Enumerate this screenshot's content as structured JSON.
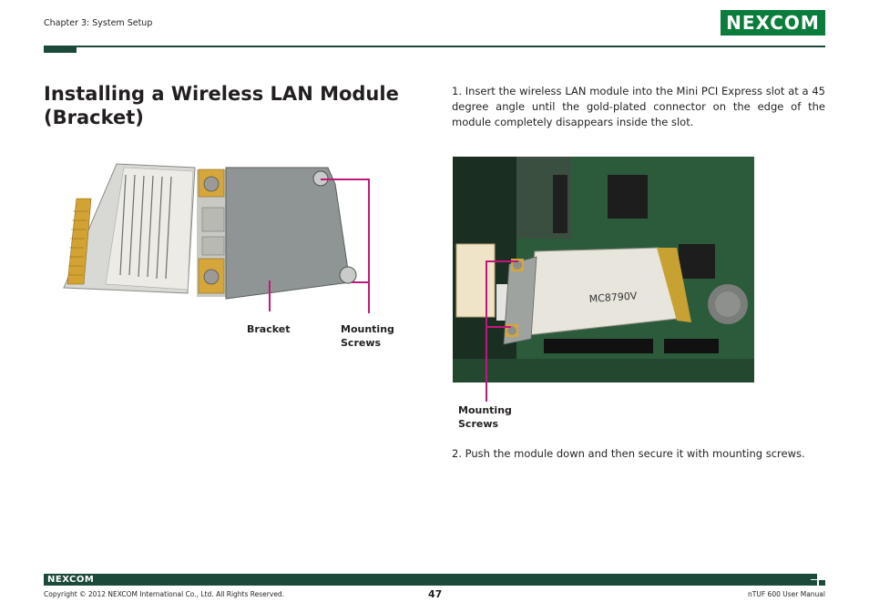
{
  "header": {
    "chapter": "Chapter 3: System Setup",
    "logo_text": "NEXCOM"
  },
  "title": "Installing a Wireless LAN Module (Bracket)",
  "steps": [
    "1.  Insert the wireless LAN module into the Mini PCI Express slot at a 45 degree angle until the gold-plated connector on the edge of the module completely disappears inside the slot.",
    "2.  Push the module down and then secure it with mounting screws."
  ],
  "figure_left": {
    "label_bracket": "Bracket",
    "label_screws": "Mounting\nScrews"
  },
  "figure_right": {
    "label_screws": "Mounting\nScrews",
    "module_text": "MC8790V"
  },
  "colors": {
    "brand_green": "#0a7c3b",
    "rule_dark": "#1c4a3a",
    "callout": "#c0187a"
  },
  "footer": {
    "logo_text": "NEXCOM",
    "copyright": "Copyright © 2012 NEXCOM International Co., Ltd. All Rights Reserved.",
    "page_number": "47",
    "manual_name": "nTUF 600 User Manual"
  }
}
